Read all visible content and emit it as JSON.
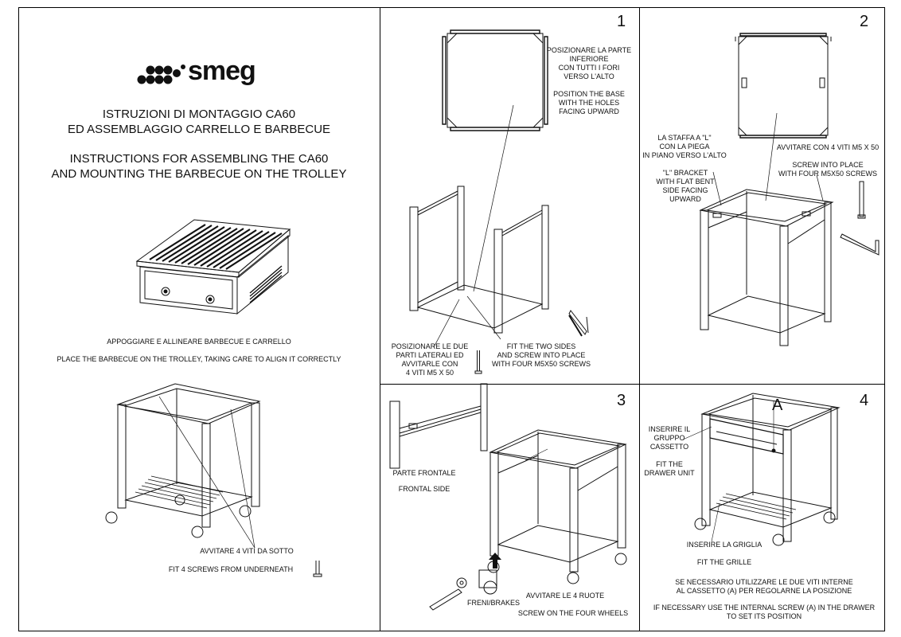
{
  "brand": {
    "logo_text": "smeg"
  },
  "cover": {
    "title_it_1": "ISTRUZIONI DI MONTAGGIO CA60",
    "title_it_2": "ED ASSEMBLAGGIO CARRELLO E BARBECUE",
    "title_en_1": "INSTRUCTIONS FOR ASSEMBLING THE CA60",
    "title_en_2": "AND MOUNTING THE BARBECUE ON THE TROLLEY",
    "place_it": "APPOGGIARE E ALLINEARE BARBECUE E CARRELLO",
    "place_en": "PLACE THE BARBECUE ON THE TROLLEY, TAKING CARE TO ALIGN IT CORRECTLY",
    "screws_it": "AVVITARE 4 VITI DA SOTTO",
    "screws_en": "FIT 4 SCREWS FROM UNDERNEATH"
  },
  "step1": {
    "number": "1",
    "base_it": [
      "POSIZIONARE LA PARTE",
      "INFERIORE",
      "CON TUTTI I FORI",
      "VERSO L'ALTO"
    ],
    "base_en": [
      "POSITION THE BASE",
      "WITH THE HOLES",
      "FACING UPWARD"
    ],
    "sides_it": [
      "POSIZIONARE LE DUE",
      "PARTI LATERALI ED",
      "AVVITARLE CON",
      "4 VITI M5 X 50"
    ],
    "sides_en": [
      "FIT THE TWO SIDES",
      "AND SCREW INTO PLACE",
      "WITH FOUR M5X50 SCREWS"
    ]
  },
  "step2": {
    "number": "2",
    "bracket_it": [
      "LA STAFFA A \"L\"",
      "CON LA PIEGA",
      "IN PIANO VERSO L'ALTO"
    ],
    "bracket_en": [
      "\"L\" BRACKET",
      "WITH FLAT BENT",
      "SIDE FACING",
      "UPWARD"
    ],
    "screws_it": "AVVITARE CON 4 VITI M5 X 50",
    "screws_en": [
      "SCREW INTO PLACE",
      "WITH FOUR M5X50 SCREWS"
    ]
  },
  "step3": {
    "number": "3",
    "front_it": "PARTE FRONTALE",
    "front_en": "FRONTAL SIDE",
    "brakes": "FRENI/BRAKES",
    "wheels_it": "AVVITARE LE 4 RUOTE",
    "wheels_en": "SCREW ON THE FOUR WHEELS"
  },
  "step4": {
    "number": "4",
    "label_a": "A",
    "drawer_it": [
      "INSERIRE IL",
      "GRUPPO",
      "CASSETTO"
    ],
    "drawer_en": [
      "FIT THE",
      "DRAWER UNIT"
    ],
    "grille_it": "INSERIRE LA GRIGLIA",
    "grille_en": "FIT THE GRILLE",
    "note_it": [
      "SE NECESSARIO UTILIZZARE LE DUE VITI INTERNE",
      "AL CASSETTO (A) PER REGOLARNE LA POSIZIONE"
    ],
    "note_en": [
      "IF NECESSARY USE THE INTERNAL SCREW (A) IN THE DRAWER",
      "TO SET ITS POSITION"
    ]
  }
}
